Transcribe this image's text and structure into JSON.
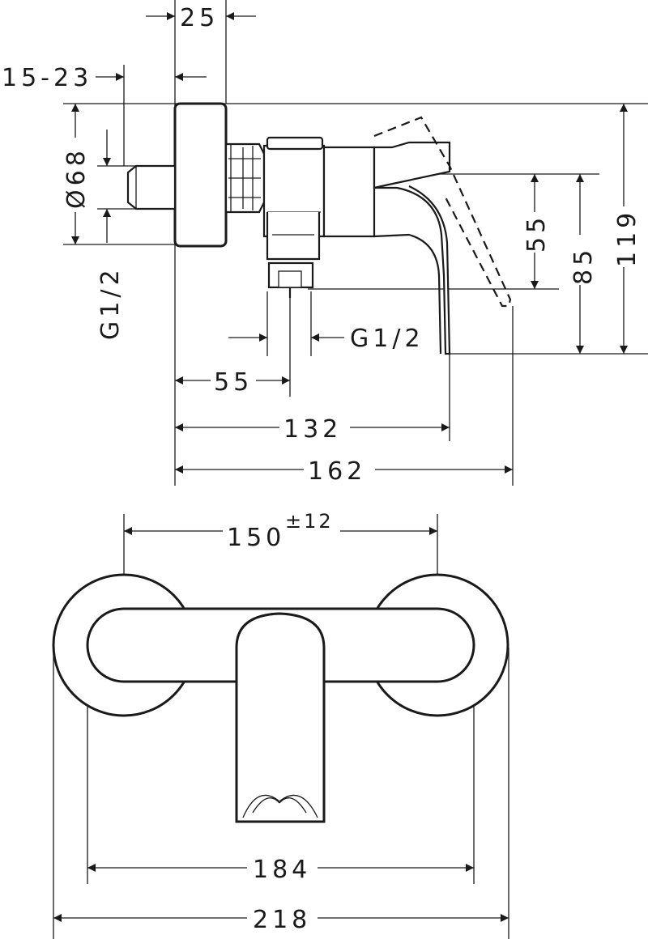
{
  "dimensions": {
    "d25": "25",
    "d15_23": "15-23",
    "d68": "Ø68",
    "g_left": "G1/2",
    "g_mid": "G1/2",
    "d55_vertical": "55",
    "d85": "85",
    "d119": "119",
    "d55_horizontal": "55",
    "d132": "132",
    "d162": "162",
    "d150": "150",
    "d150_tolerance": "±12",
    "d184": "184",
    "d218": "218"
  }
}
